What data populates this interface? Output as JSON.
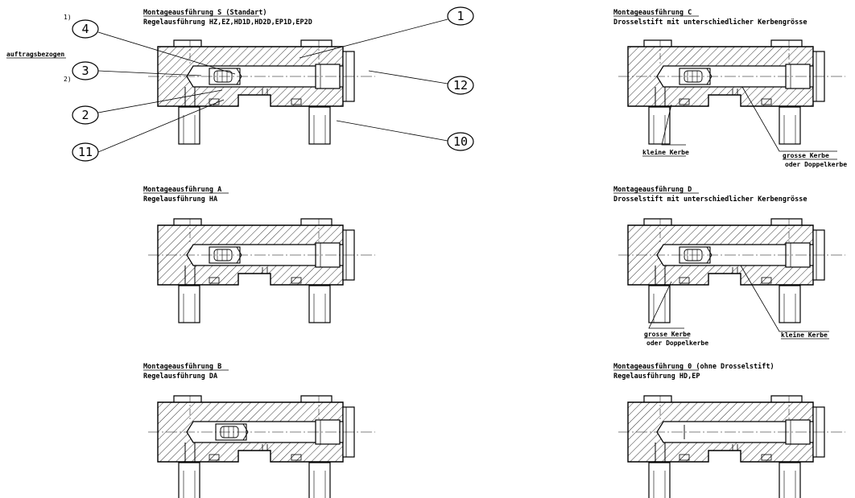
{
  "colors": {
    "ink": "#000000",
    "paper": "#ffffff"
  },
  "side_label": "auftragsbezogen",
  "footnote_markers": [
    "1)",
    "2)"
  ],
  "callouts": [
    "4",
    "3",
    "2",
    "11",
    "1",
    "12",
    "10"
  ],
  "views": [
    {
      "title": "Montageausführung S (Standart)",
      "subtitle": "Regelausführung HZ,EZ,HD1D,HD2D,EP1D,EP2D",
      "pin": "standard",
      "notes": []
    },
    {
      "title": "Montageausführung C",
      "subtitle": "Drosselstift mit unterschiedlicher Kerbengrösse",
      "pin": "standard",
      "notes": [
        {
          "text": "kleine Kerbe",
          "text2": ""
        },
        {
          "text": "grosse Kerbe",
          "text2": "oder Doppelkerbe"
        }
      ]
    },
    {
      "title": "Montageausführung A",
      "subtitle": "Regelausführung HA",
      "pin": "standard",
      "notes": []
    },
    {
      "title": "Montageausführung D",
      "subtitle": "Drosselstift mit unterschiedlicher Kerbengrösse",
      "pin": "standard",
      "notes": [
        {
          "text": "grosse Kerbe",
          "text2": "oder Doppelkerbe"
        },
        {
          "text": "kleine Kerbe",
          "text2": ""
        }
      ]
    },
    {
      "title": "Montageausführung B",
      "subtitle": "Regelausführung DA",
      "pin": "reversed",
      "notes": []
    },
    {
      "title": "Montageausführung 0 (ohne Drosselstift)",
      "subtitle": "Regelausführung HD,EP",
      "pin": "none",
      "notes": []
    }
  ]
}
